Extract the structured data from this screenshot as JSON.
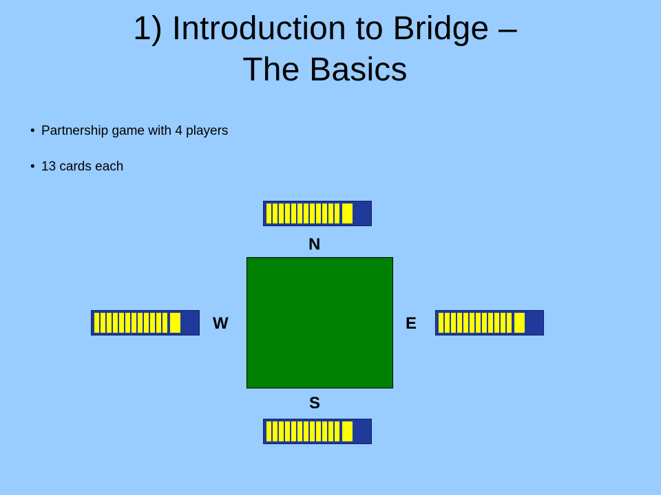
{
  "slide": {
    "title_line1": "1) Introduction to Bridge –",
    "title_line2": "The Basics",
    "bullets": [
      "Partnership game with 4 players",
      "13 cards each"
    ],
    "bullet_glyph": "•"
  },
  "diagram": {
    "seats": {
      "north": "N",
      "south": "S",
      "west": "W",
      "east": "E"
    },
    "cards_per_hand": 13,
    "colors": {
      "background": "#99ccff",
      "table": "#008000",
      "card_face": "#ffff00",
      "card_border": "#1f3a9a"
    }
  }
}
